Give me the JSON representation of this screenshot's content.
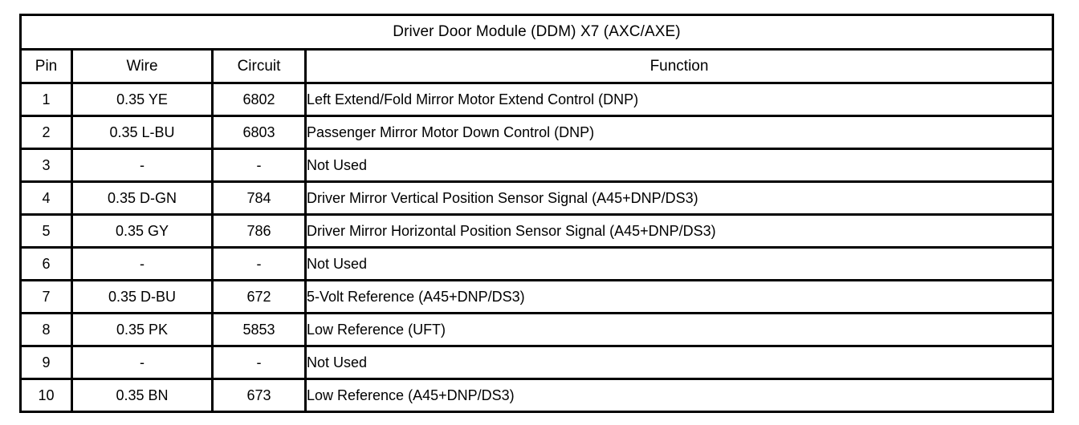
{
  "table": {
    "title": "Driver Door Module (DDM) X7 (AXC/AXE)",
    "columns": [
      {
        "key": "pin",
        "label": "Pin"
      },
      {
        "key": "wire",
        "label": "Wire"
      },
      {
        "key": "circuit",
        "label": "Circuit"
      },
      {
        "key": "function",
        "label": "Function"
      }
    ],
    "rows": [
      {
        "pin": "1",
        "wire": "0.35 YE",
        "circuit": "6802",
        "function": "Left Extend/Fold Mirror Motor Extend Control (DNP)"
      },
      {
        "pin": "2",
        "wire": "0.35 L-BU",
        "circuit": "6803",
        "function": "Passenger Mirror Motor Down Control (DNP)"
      },
      {
        "pin": "3",
        "wire": "-",
        "circuit": "-",
        "function": "Not Used"
      },
      {
        "pin": "4",
        "wire": "0.35 D-GN",
        "circuit": "784",
        "function": "Driver Mirror Vertical Position Sensor Signal (A45+DNP/DS3)"
      },
      {
        "pin": "5",
        "wire": "0.35 GY",
        "circuit": "786",
        "function": "Driver Mirror Horizontal Position Sensor Signal (A45+DNP/DS3)"
      },
      {
        "pin": "6",
        "wire": "-",
        "circuit": "-",
        "function": "Not Used"
      },
      {
        "pin": "7",
        "wire": "0.35 D-BU",
        "circuit": "672",
        "function": "5-Volt Reference (A45+DNP/DS3)"
      },
      {
        "pin": "8",
        "wire": "0.35 PK",
        "circuit": "5853",
        "function": "Low Reference (UFT)"
      },
      {
        "pin": "9",
        "wire": "-",
        "circuit": "-",
        "function": "Not Used"
      },
      {
        "pin": "10",
        "wire": "0.35 BN",
        "circuit": "673",
        "function": "Low Reference (A45+DNP/DS3)"
      }
    ]
  },
  "colors": {
    "border": "#000000",
    "background": "#ffffff",
    "text": "#000000"
  }
}
